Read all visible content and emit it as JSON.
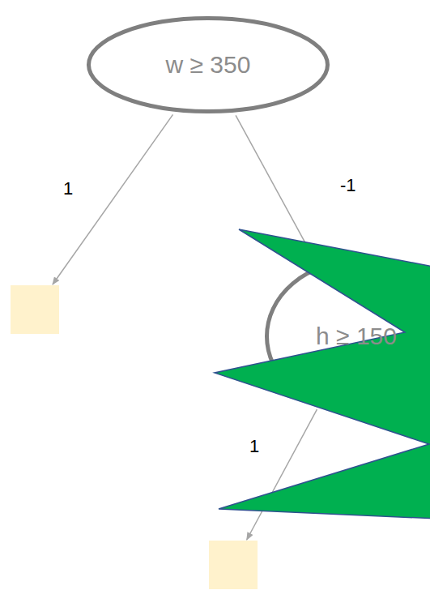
{
  "diagram": {
    "nodes": [
      {
        "text": [
          "w ≥ 350"
        ]
      },
      {
        "text": []
      },
      {
        "text": [
          "h ≥ 150"
        ]
      },
      {
        "text": []
      }
    ],
    "edges": [
      {
        "from": 0,
        "to": 1,
        "label": "1",
        "arrow": "to"
      },
      {
        "from": 0,
        "to": 2,
        "label": "-1",
        "arrow": "to"
      },
      {
        "from": 2,
        "to": 3,
        "label": "1",
        "arrow": "to"
      }
    ]
  }
}
